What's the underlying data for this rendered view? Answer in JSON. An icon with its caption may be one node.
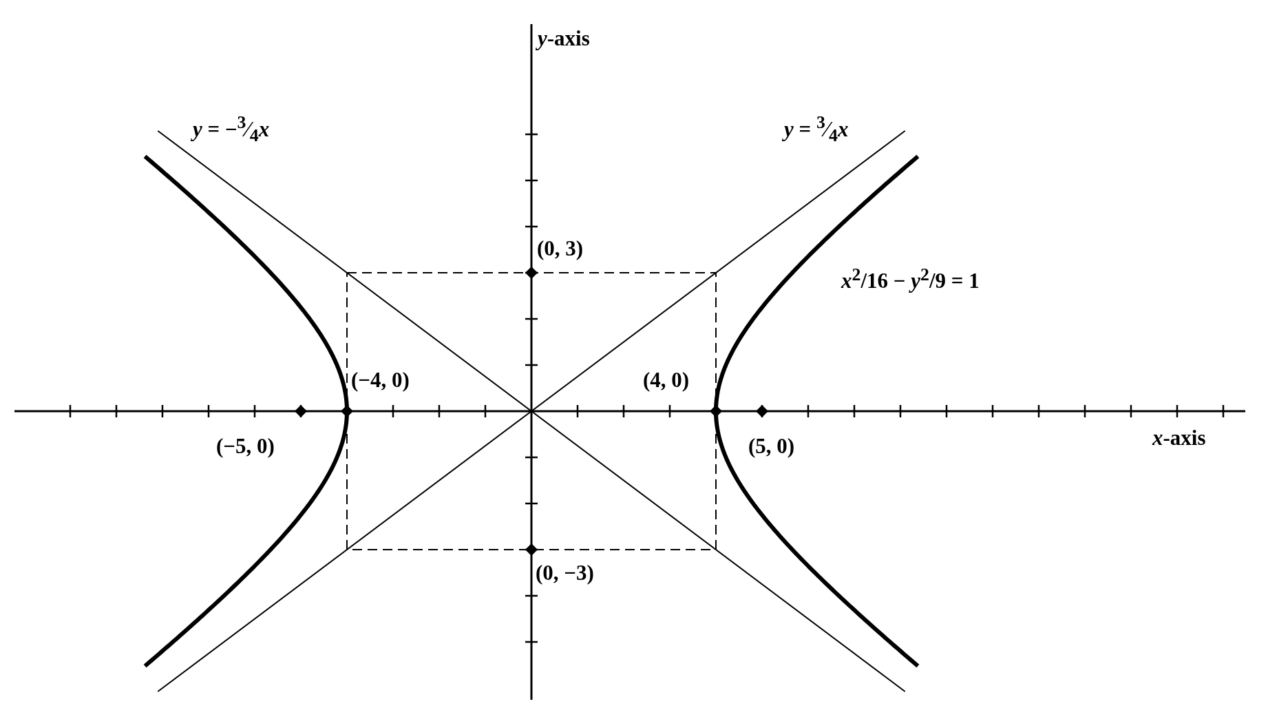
{
  "diagram": {
    "labels": [
      "*y*-axis",
      "*y* = −$^{3}$⁄$_{4}$*x*",
      "*y* = $^{3}$⁄$_{4}$*x*",
      "(0, 3)",
      "*x*$^{2}$/16 − *y*$^{2}$/9 = 1",
      "(−4, 0)",
      "(4, 0)",
      "(−5, 0)",
      "(5, 0)",
      "*x*-axis",
      "(0, −3)"
    ]
  }
}
